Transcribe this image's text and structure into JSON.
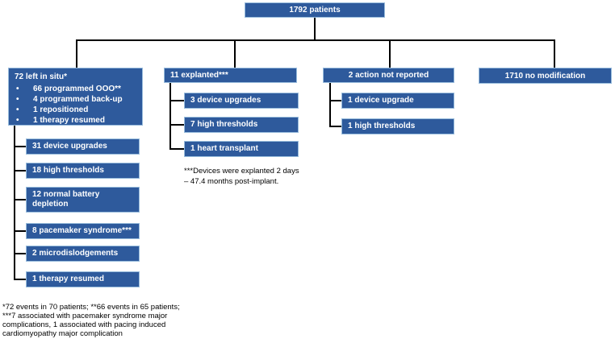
{
  "figure": {
    "root_label": "1792 patients",
    "columns": [
      {
        "title": "72 left in situ*",
        "bullets": [
          "66 programmed OOO**",
          "4 programmed back-up",
          "1 repositioned",
          "1 therapy resumed"
        ],
        "children": [
          "31 device upgrades",
          "18 high thresholds",
          "12 normal battery depletion",
          "8 pacemaker syndrome***",
          "2 microdislodgements",
          "1 therapy resumed"
        ]
      },
      {
        "title": "11 explanted***",
        "children": [
          "3 device upgrades",
          "7 high thresholds",
          "1 heart transplant"
        ],
        "note_lines": [
          "***Devices were explanted 2 days",
          "– 47.4 months post-implant."
        ]
      },
      {
        "title": "2 action not reported",
        "children": [
          "1 device upgrade",
          "1 high thresholds"
        ]
      },
      {
        "title": "1710 no modification",
        "children": []
      }
    ],
    "footnote_lines": [
      "*72 events in 70 patients; **66 events in 65 patients;",
      "***7 associated with pacemaker syndrome major",
      "complications, 1 associated with pacing induced",
      "cardiomyopathy major complication"
    ],
    "colors": {
      "box_fill": "#2E5A9C",
      "box_border": "#98BCDC",
      "box_text": "#FFFFFF",
      "connector_line": "#000000",
      "note_text": "#000000"
    }
  }
}
